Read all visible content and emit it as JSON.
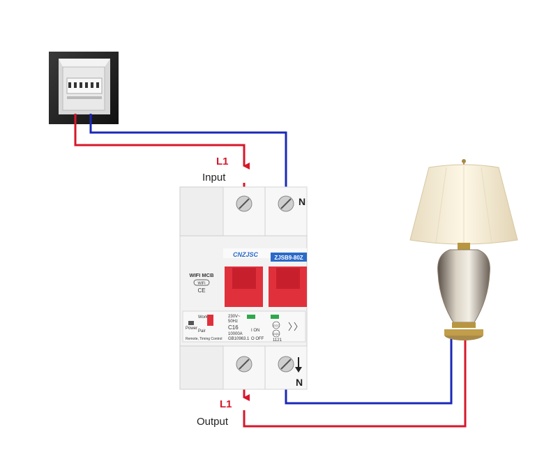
{
  "labels": {
    "input_line": "L1",
    "input": "Input",
    "output_line": "L1",
    "output": "Output",
    "neutral_top": "N",
    "neutral_bottom": "N"
  },
  "breaker": {
    "brand": "CNZJSC",
    "model": "ZJSB9-80Z",
    "type": "WIFI MCB",
    "wifi": "WiFi",
    "ce": "CE",
    "work": "Work",
    "pair": "Pair",
    "power": "Power",
    "specs": [
      "230V~",
      "50Hz",
      "C16",
      "10000A",
      "GB10963.1"
    ],
    "on": "I ON",
    "off": "O OFF",
    "ccc": "CCC",
    "cqc": "CQC",
    "code": "1121",
    "footer": "Remote, Timing Control"
  },
  "colors": {
    "live": "#d7172a",
    "neutral": "#1a28b8",
    "handle": "#e0303c"
  }
}
